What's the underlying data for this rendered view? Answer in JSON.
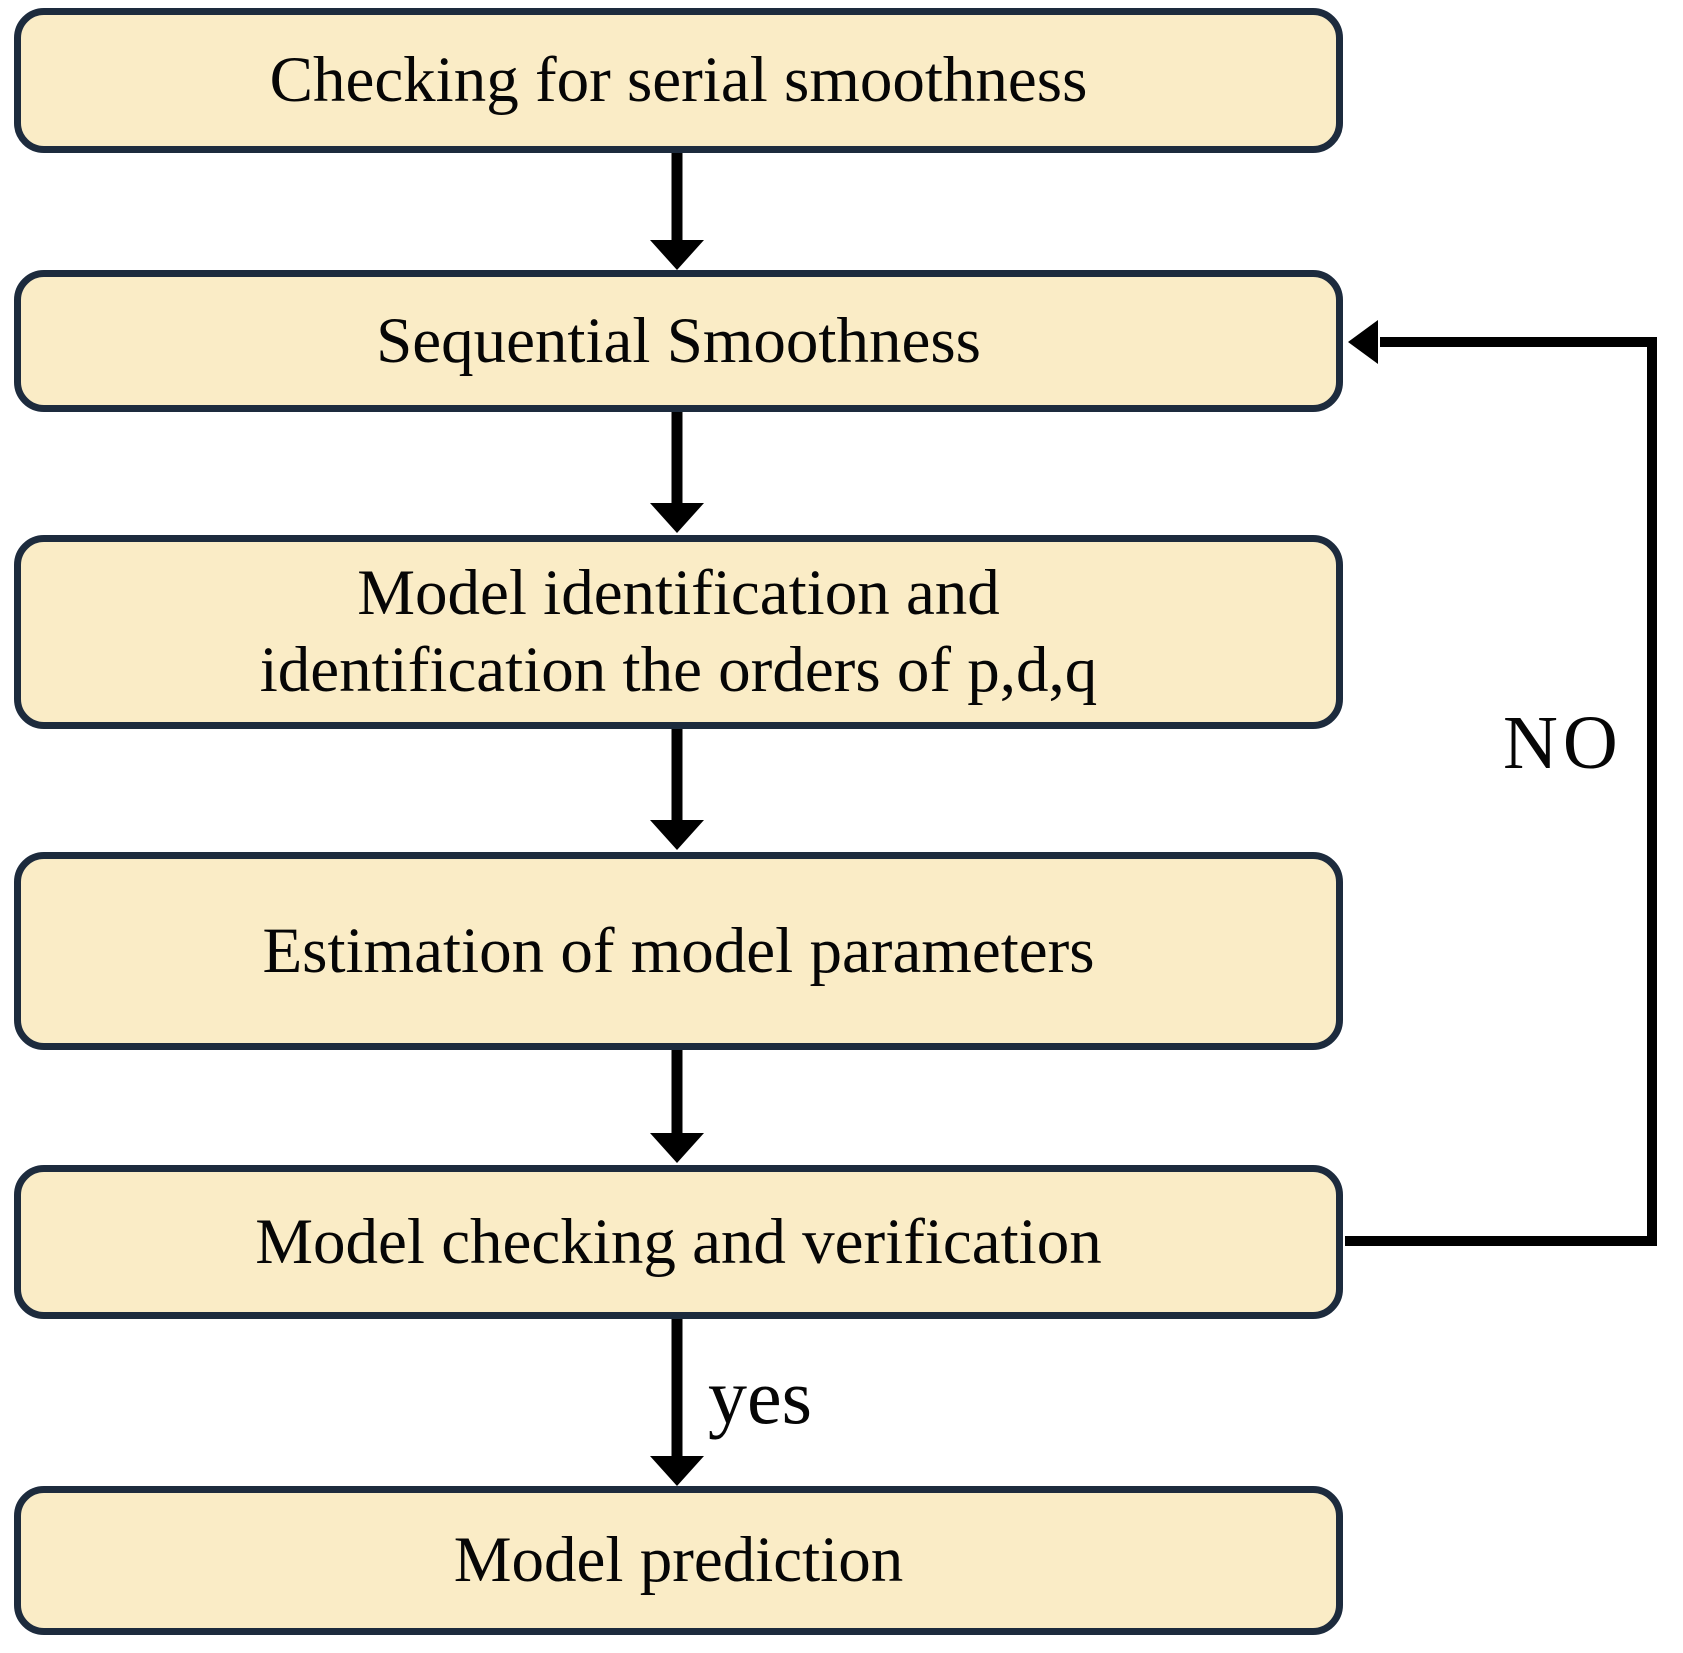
{
  "diagram": {
    "type": "flowchart",
    "boxes": [
      {
        "id": "checking-serial-smoothness",
        "label": "Checking for serial smoothness"
      },
      {
        "id": "sequential-smoothness",
        "label": "Sequential Smoothness"
      },
      {
        "id": "model-identification-orders",
        "lines": [
          "Model identification and",
          "identification the orders of p,d,q"
        ]
      },
      {
        "id": "estimation-model-parameters",
        "label": "Estimation of model parameters"
      },
      {
        "id": "model-checking-verification",
        "label": "Model checking and verification"
      },
      {
        "id": "model-prediction",
        "label": "Model prediction"
      }
    ],
    "edge_labels": {
      "yes": "yes",
      "no": "NO"
    },
    "colors": {
      "box_fill": "#FAECC6",
      "box_border": "#1D2B3D",
      "arrow": "#000000",
      "background": "#FFFFFF"
    }
  }
}
